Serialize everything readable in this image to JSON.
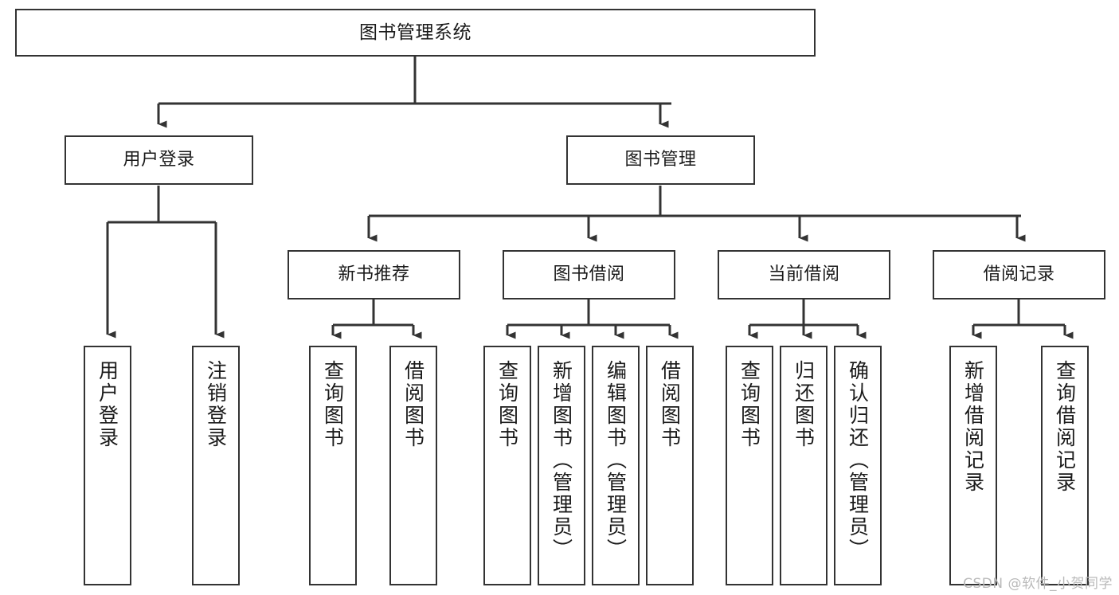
{
  "diagram": {
    "title": "图书管理系统",
    "type": "功能结构图",
    "root": {
      "label": "图书管理系统"
    },
    "level2": [
      {
        "id": "user-login",
        "label": "用户登录"
      },
      {
        "id": "book-manage",
        "label": "图书管理"
      }
    ],
    "level3": [
      {
        "id": "new-book-recommend",
        "label": "新书推荐"
      },
      {
        "id": "book-borrow",
        "label": "图书借阅"
      },
      {
        "id": "current-borrow",
        "label": "当前借阅"
      },
      {
        "id": "borrow-record",
        "label": "借阅记录"
      }
    ],
    "leaves": [
      {
        "id": "leaf-user-login",
        "label": "用户登录"
      },
      {
        "id": "leaf-logout-login",
        "label": "注销登录"
      },
      {
        "id": "leaf-query-book-1",
        "label": "查询图书"
      },
      {
        "id": "leaf-borrow-book-1",
        "label": "借阅图书"
      },
      {
        "id": "leaf-query-book-2",
        "label": "查询图书"
      },
      {
        "id": "leaf-add-book-admin",
        "label": "新增图书（管理员）"
      },
      {
        "id": "leaf-edit-book-admin",
        "label": "编辑图书（管理员）"
      },
      {
        "id": "leaf-borrow-book-2",
        "label": "借阅图书"
      },
      {
        "id": "leaf-query-book-3",
        "label": "查询图书"
      },
      {
        "id": "leaf-return-book",
        "label": "归还图书"
      },
      {
        "id": "leaf-confirm-return-admin",
        "label": "确认归还（管理员）"
      },
      {
        "id": "leaf-add-borrow-record",
        "label": "新增借阅记录"
      },
      {
        "id": "leaf-query-borrow-record",
        "label": "查询借阅记录"
      }
    ],
    "colors": {
      "background": "#ffffff",
      "box_fill": "#ffffff",
      "box_stroke": "#333333",
      "connector": "#333333",
      "text": "#1a1a1a",
      "watermark": "#b9b9b9"
    }
  },
  "watermark": {
    "text": "CSDN @软件_小贺同学"
  }
}
